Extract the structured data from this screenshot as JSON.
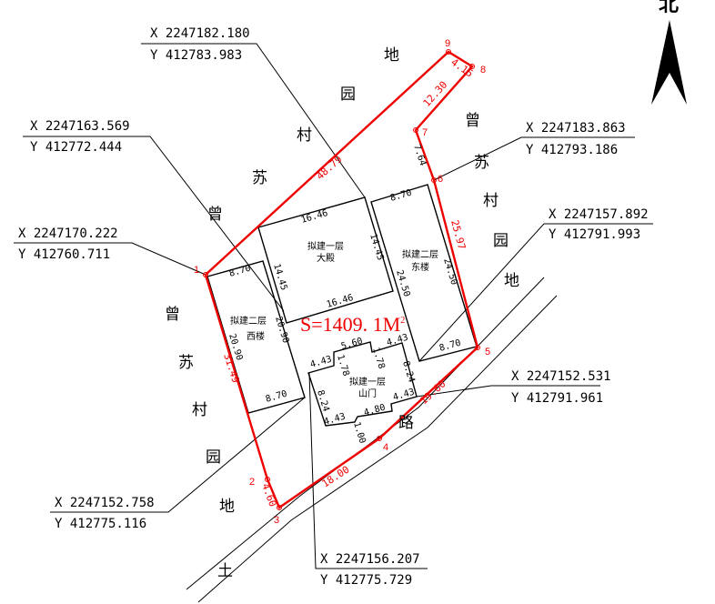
{
  "north_label": "北",
  "area_label": "S=1409. 1M",
  "area_sup": "2",
  "road_label": "路",
  "soil_label": "土",
  "coordinates": [
    {
      "x": "X 2247182.180",
      "y": "Y 412783.983"
    },
    {
      "x": "X 2247163.569",
      "y": "Y 412772.444"
    },
    {
      "x": "X 2247170.222",
      "y": "Y 412760.711"
    },
    {
      "x": "X 2247183.863",
      "y": "Y 412793.186"
    },
    {
      "x": "X 2247157.892",
      "y": "Y 412791.993"
    },
    {
      "x": "X 2247152.531",
      "y": "Y 412791.961"
    },
    {
      "x": "X 2247152.758",
      "y": "Y 412775.116"
    },
    {
      "x": "X 2247156.207",
      "y": "Y 412775.729"
    }
  ],
  "points": [
    "1",
    "2",
    "3",
    "4",
    "5",
    "6",
    "7",
    "8",
    "9"
  ],
  "boundary_lengths": {
    "s19": "48.79",
    "s98": "4.15",
    "s87": "12.30",
    "s76": "7.64",
    "s65": "25.97",
    "s54": "19.60",
    "s43": "18.00",
    "s32": "4.60",
    "s21": "31.49"
  },
  "buildings": {
    "main_hall": {
      "line1": "拟建一层",
      "line2": "大殿",
      "top": "16.46",
      "bottom": "16.46",
      "left": "14.45",
      "right": "14.45"
    },
    "east": {
      "line1": "拟建二层",
      "line2": "东楼",
      "top": "8.70",
      "bottom": "8.70",
      "left": "24.50",
      "right": "24.50"
    },
    "west": {
      "line1": "拟建二层",
      "line2": "西楼",
      "top": "8.70",
      "bottom": "8.70",
      "left": "20.90",
      "right": "20.90"
    },
    "gate": {
      "line1": "拟建一层",
      "line2": "山门",
      "d1": "5.60",
      "d2": "4.43",
      "d3": "4.43",
      "d4": "1.78",
      "d5": "1.78",
      "d6": "8.24",
      "d7": "8.24",
      "d8": "4.43",
      "d9": "4.80",
      "d10": "4.43",
      "d11": "1.00"
    }
  },
  "village_labels": {
    "top": [
      "地",
      "园",
      "村",
      "苏",
      "曾"
    ],
    "right": [
      "曾",
      "苏",
      "村",
      "园",
      "地"
    ],
    "left": [
      "曾",
      "苏",
      "村",
      "园",
      "地"
    ]
  }
}
